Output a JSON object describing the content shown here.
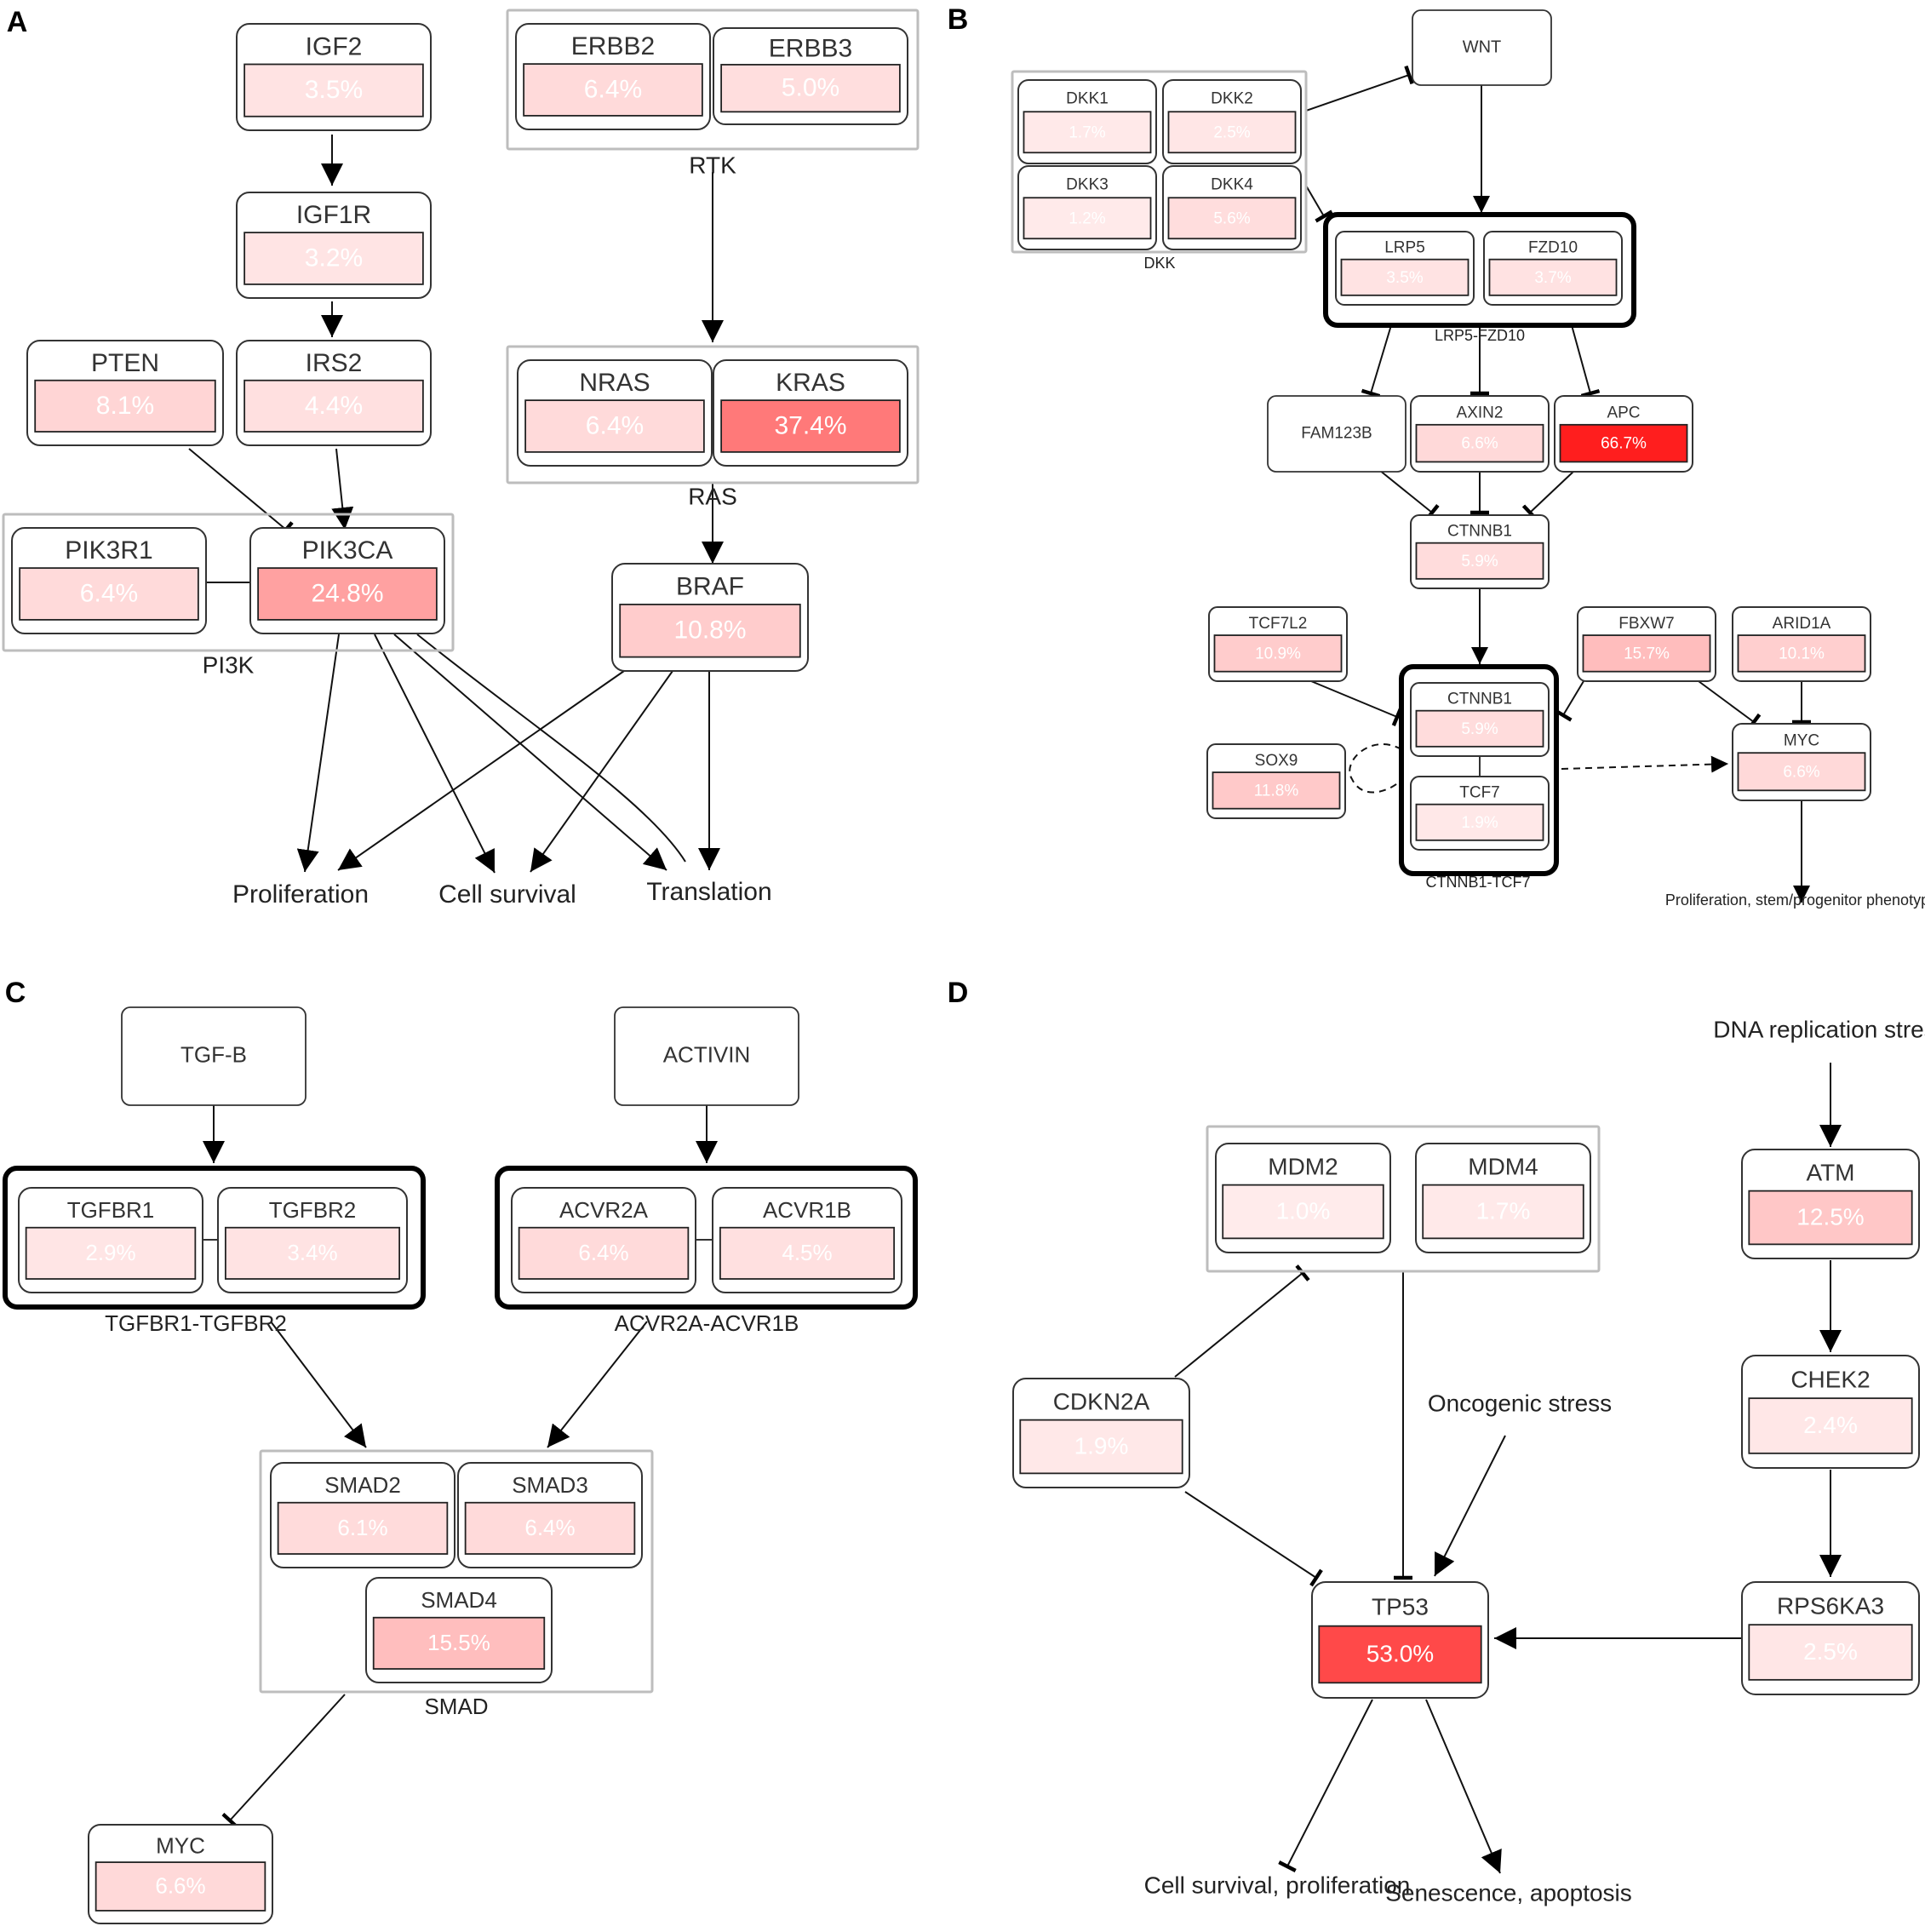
{
  "panels": {
    "A": {
      "label": "A",
      "genes": {
        "IGF2": {
          "name": "IGF2",
          "pct": "3.5%",
          "frac": 0.035
        },
        "IGF1R": {
          "name": "IGF1R",
          "pct": "3.2%",
          "frac": 0.032
        },
        "ERBB2": {
          "name": "ERBB2",
          "pct": "6.4%",
          "frac": 0.064
        },
        "ERBB3": {
          "name": "ERBB3",
          "pct": "5.0%",
          "frac": 0.05
        },
        "PTEN": {
          "name": "PTEN",
          "pct": "8.1%",
          "frac": 0.081
        },
        "IRS2": {
          "name": "IRS2",
          "pct": "4.4%",
          "frac": 0.044
        },
        "NRAS": {
          "name": "NRAS",
          "pct": "6.4%",
          "frac": 0.064
        },
        "KRAS": {
          "name": "KRAS",
          "pct": "37.4%",
          "frac": 0.374
        },
        "PIK3R1": {
          "name": "PIK3R1",
          "pct": "6.4%",
          "frac": 0.064
        },
        "PIK3CA": {
          "name": "PIK3CA",
          "pct": "24.8%",
          "frac": 0.248
        },
        "BRAF": {
          "name": "BRAF",
          "pct": "10.8%",
          "frac": 0.108
        }
      },
      "groups": {
        "RTK": "RTK",
        "RAS": "RAS",
        "PI3K": "PI3K"
      },
      "outcomes": {
        "proliferation": "Proliferation",
        "cell_survival": "Cell survival",
        "translation": "Translation"
      }
    },
    "B": {
      "label": "B",
      "nodes": {
        "WNT": "WNT",
        "FAM123B": "FAM123B"
      },
      "genes": {
        "DKK1": {
          "name": "DKK1",
          "pct": "1.7%",
          "frac": 0.017
        },
        "DKK2": {
          "name": "DKK2",
          "pct": "2.5%",
          "frac": 0.025
        },
        "DKK3": {
          "name": "DKK3",
          "pct": "1.2%",
          "frac": 0.012
        },
        "DKK4": {
          "name": "DKK4",
          "pct": "5.6%",
          "frac": 0.056
        },
        "LRP5": {
          "name": "LRP5",
          "pct": "3.5%",
          "frac": 0.035
        },
        "FZD10": {
          "name": "FZD10",
          "pct": "3.7%",
          "frac": 0.037
        },
        "AXIN2": {
          "name": "AXIN2",
          "pct": "6.6%",
          "frac": 0.066
        },
        "APC": {
          "name": "APC",
          "pct": "66.7%",
          "frac": 0.667
        },
        "CTNNB1": {
          "name": "CTNNB1",
          "pct": "5.9%",
          "frac": 0.059
        },
        "TCF7L2": {
          "name": "TCF7L2",
          "pct": "10.9%",
          "frac": 0.109
        },
        "FBXW7": {
          "name": "FBXW7",
          "pct": "15.7%",
          "frac": 0.157
        },
        "ARID1A": {
          "name": "ARID1A",
          "pct": "10.1%",
          "frac": 0.101
        },
        "CTNNB1_c": {
          "name": "CTNNB1",
          "pct": "5.9%",
          "frac": 0.059
        },
        "TCF7": {
          "name": "TCF7",
          "pct": "1.9%",
          "frac": 0.019
        },
        "SOX9": {
          "name": "SOX9",
          "pct": "11.8%",
          "frac": 0.118
        },
        "MYC": {
          "name": "MYC",
          "pct": "6.6%",
          "frac": 0.066
        }
      },
      "groups": {
        "DKK": "DKK",
        "LRP5_FZD10": "LRP5-FZD10",
        "CTNNB1_TCF7": "CTNNB1-TCF7"
      },
      "outcomes": {
        "prolif_stem": "Proliferation, stem/progenitor phenotype"
      }
    },
    "C": {
      "label": "C",
      "nodes": {
        "TGFB": "TGF-B",
        "ACTIVIN": "ACTIVIN"
      },
      "genes": {
        "TGFBR1": {
          "name": "TGFBR1",
          "pct": "2.9%",
          "frac": 0.029
        },
        "TGFBR2": {
          "name": "TGFBR2",
          "pct": "3.4%",
          "frac": 0.034
        },
        "ACVR2A": {
          "name": "ACVR2A",
          "pct": "6.4%",
          "frac": 0.064
        },
        "ACVR1B": {
          "name": "ACVR1B",
          "pct": "4.5%",
          "frac": 0.045
        },
        "SMAD2": {
          "name": "SMAD2",
          "pct": "6.1%",
          "frac": 0.061
        },
        "SMAD3": {
          "name": "SMAD3",
          "pct": "6.4%",
          "frac": 0.064
        },
        "SMAD4": {
          "name": "SMAD4",
          "pct": "15.5%",
          "frac": 0.155
        },
        "MYC": {
          "name": "MYC",
          "pct": "6.6%",
          "frac": 0.066
        }
      },
      "groups": {
        "TGFBR": "TGFBR1-TGFBR2",
        "ACVR": "ACVR2A-ACVR1B",
        "SMAD": "SMAD"
      }
    },
    "D": {
      "label": "D",
      "genes": {
        "MDM2": {
          "name": "MDM2",
          "pct": "1.0%",
          "frac": 0.01
        },
        "MDM4": {
          "name": "MDM4",
          "pct": "1.7%",
          "frac": 0.017
        },
        "ATM": {
          "name": "ATM",
          "pct": "12.5%",
          "frac": 0.125
        },
        "CDKN2A": {
          "name": "CDKN2A",
          "pct": "1.9%",
          "frac": 0.019
        },
        "CHEK2": {
          "name": "CHEK2",
          "pct": "2.4%",
          "frac": 0.024
        },
        "TP53": {
          "name": "TP53",
          "pct": "53.0%",
          "frac": 0.53
        },
        "RPS6KA3": {
          "name": "RPS6KA3",
          "pct": "2.5%",
          "frac": 0.025
        }
      },
      "labels": {
        "dna_stress": "DNA replication stress",
        "oncogenic_stress": "Oncogenic stress"
      },
      "outcomes": {
        "survival_prolif": "Cell survival, proliferation",
        "senescence": "Senescence, apoptosis"
      }
    }
  }
}
